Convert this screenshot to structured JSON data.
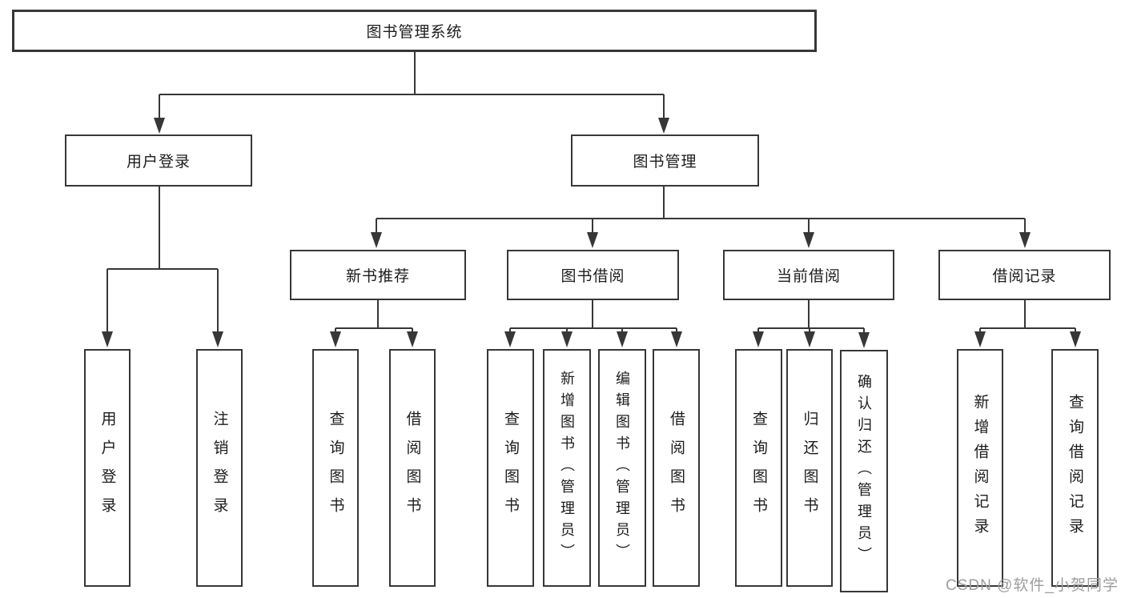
{
  "colors": {
    "line": "#373737",
    "box_border": "#373737",
    "text": "#1c1c1c",
    "background": "#ffffff",
    "watermark": "#9d9d9d"
  },
  "watermark": {
    "text": "CSDN @软件_小贺同学"
  },
  "tree": {
    "label": "图书管理系统",
    "children": [
      {
        "label": "用户登录",
        "children": [
          {
            "label": "用户登录"
          },
          {
            "label": "注销登录"
          }
        ]
      },
      {
        "label": "图书管理",
        "children": [
          {
            "label": "新书推荐",
            "children": [
              {
                "label": "查询图书"
              },
              {
                "label": "借阅图书"
              }
            ]
          },
          {
            "label": "图书借阅",
            "children": [
              {
                "label": "查询图书"
              },
              {
                "label": "新增图书（管理员）"
              },
              {
                "label": "编辑图书（管理员）"
              },
              {
                "label": "借阅图书"
              }
            ]
          },
          {
            "label": "当前借阅",
            "children": [
              {
                "label": "查询图书"
              },
              {
                "label": "归还图书"
              },
              {
                "label": "确认归还（管理员）"
              }
            ]
          },
          {
            "label": "借阅记录",
            "children": [
              {
                "label": "新增借阅记录"
              },
              {
                "label": "查询借阅记录"
              }
            ]
          }
        ]
      }
    ]
  }
}
